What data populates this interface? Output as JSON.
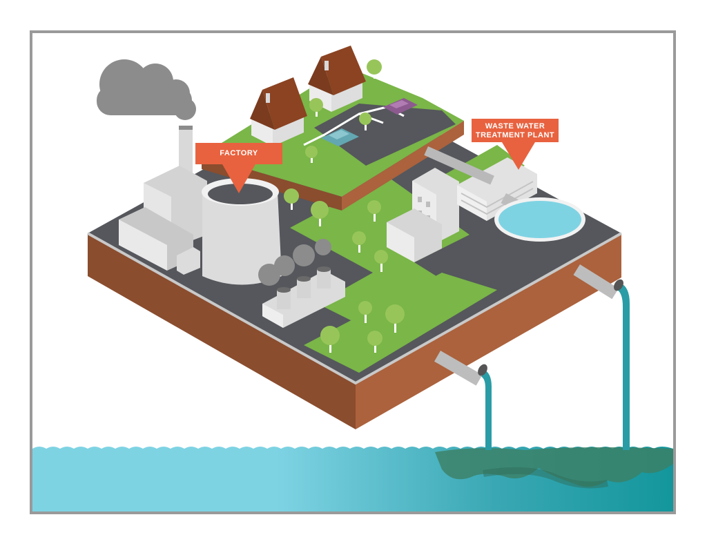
{
  "labels": {
    "factory": "FACTORY",
    "waste_water_line1": "WASTE WATER",
    "waste_water_line2": "TREATMENT PLANT"
  },
  "colors": {
    "label_orange": "#e8623f",
    "grass": "#7ab648",
    "road": "#55575c",
    "soil": "#a85f3b",
    "clean_water": "#7ed3e3",
    "polluted_water": "#1d9aa0",
    "smoke": "#8c8c8c",
    "frame": "#9a9a9a"
  }
}
